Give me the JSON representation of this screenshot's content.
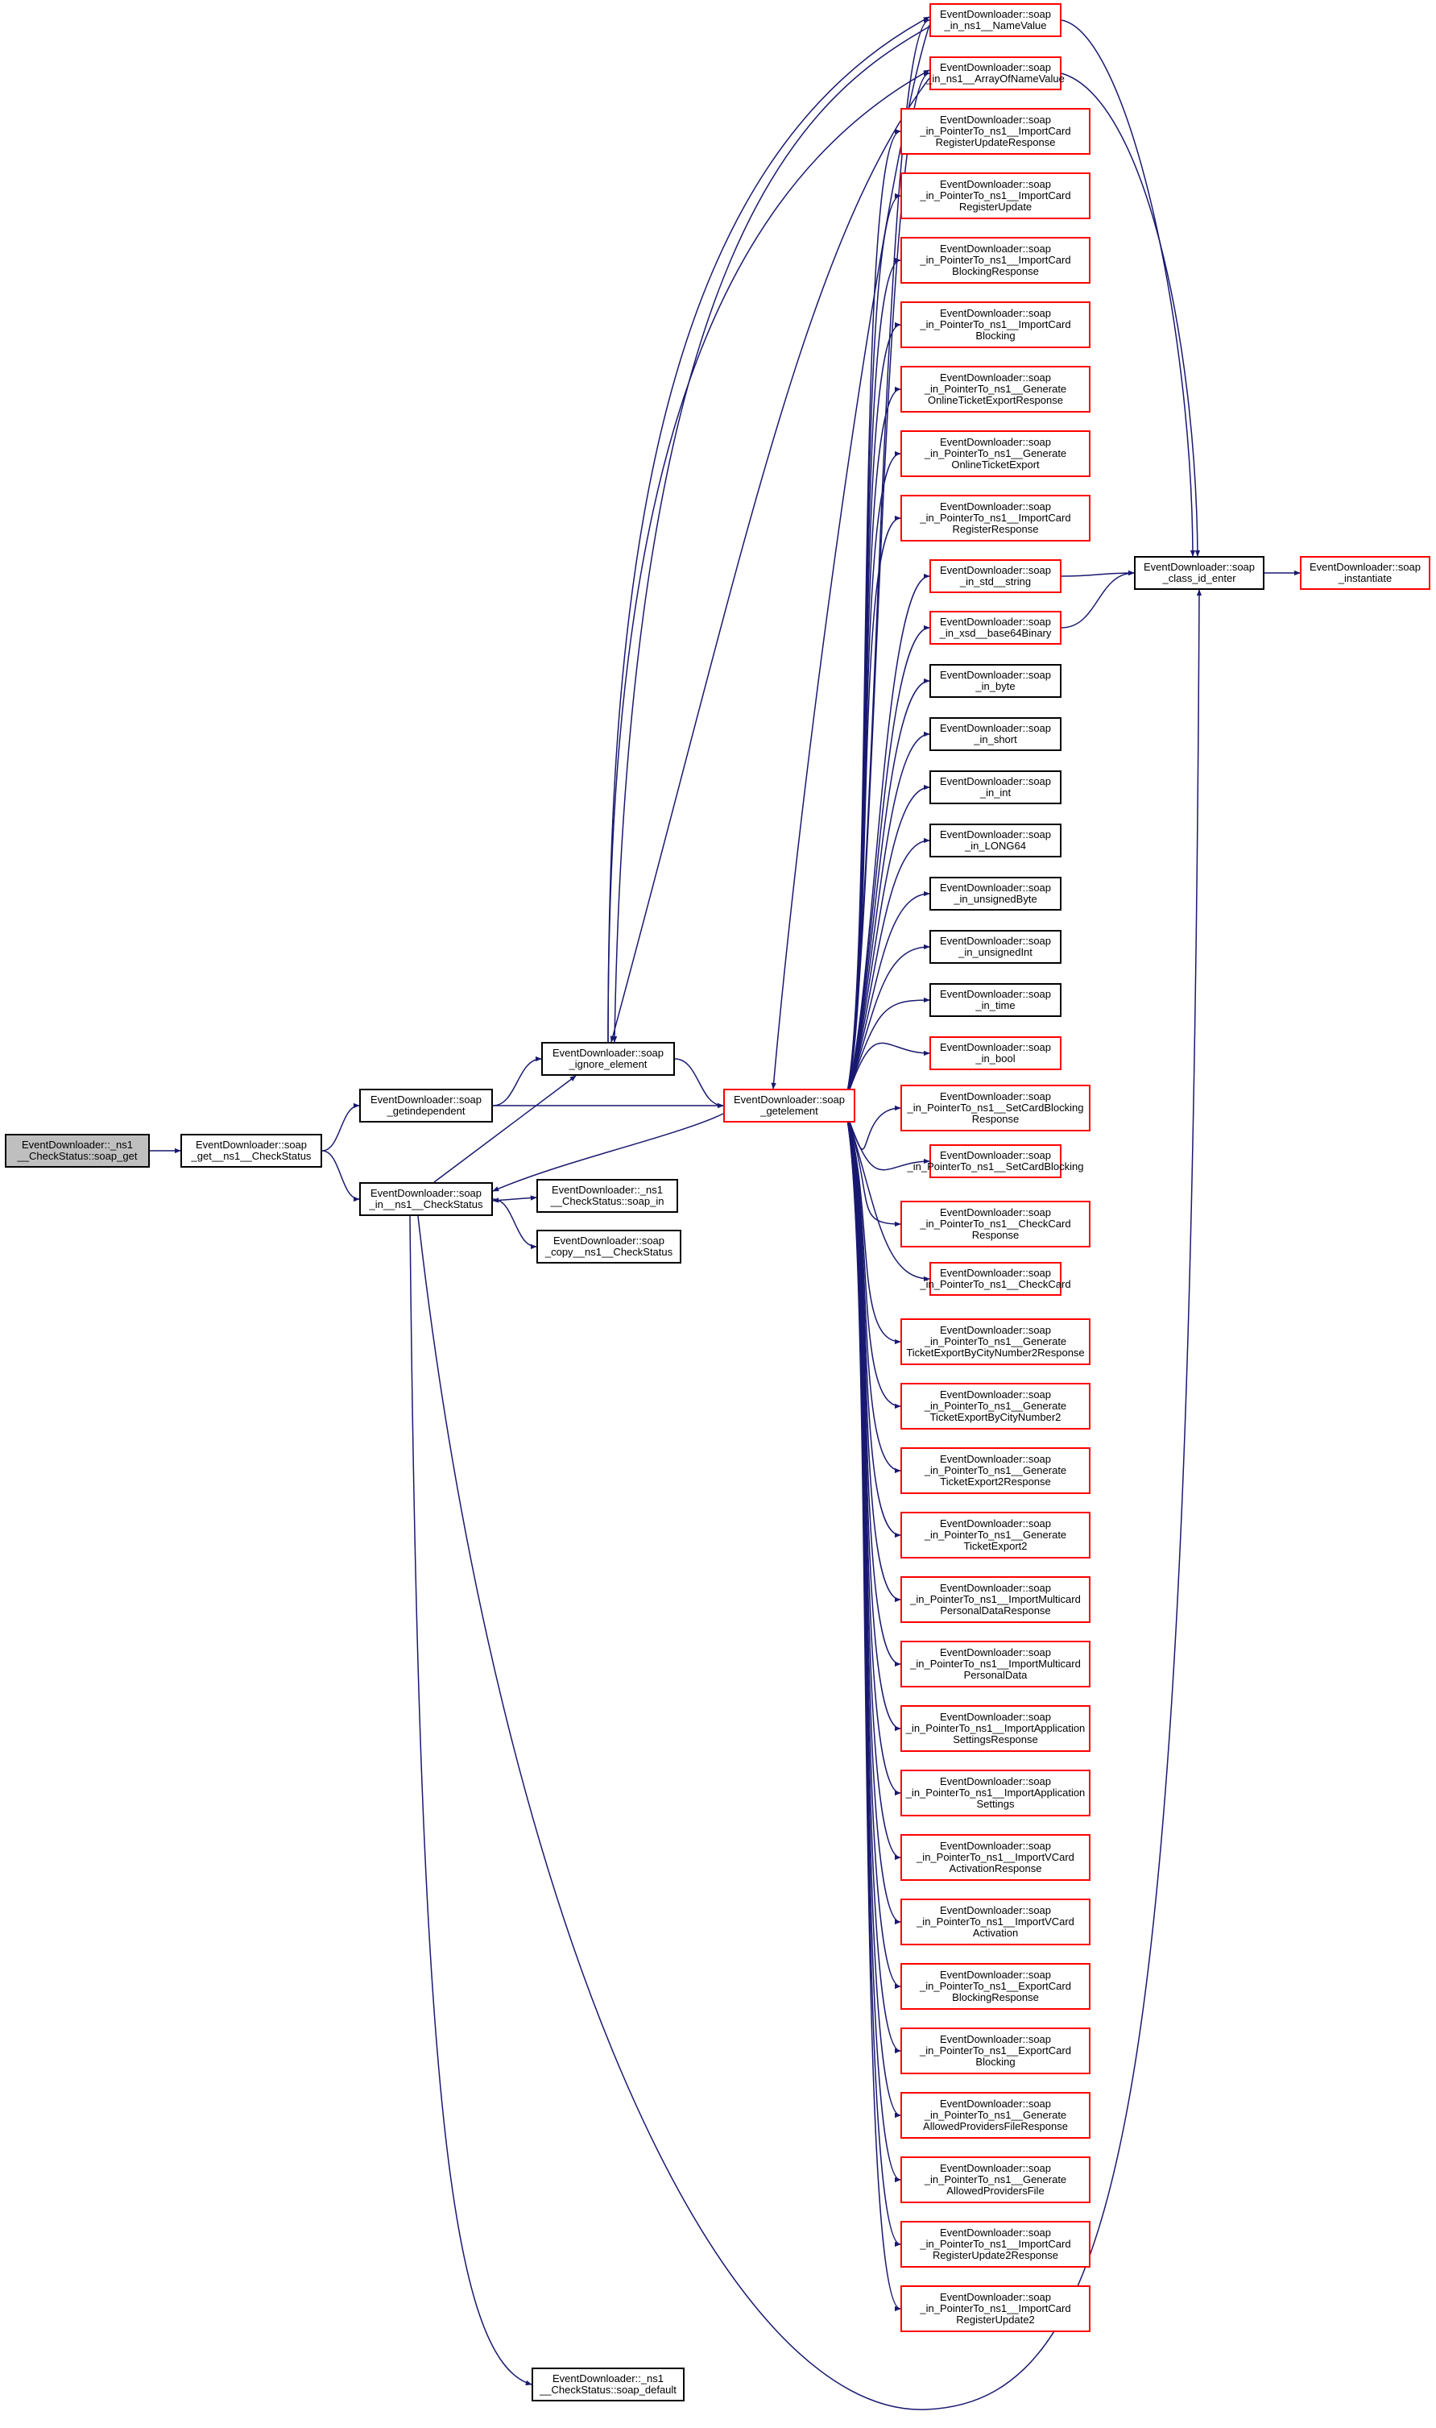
{
  "graph": {
    "edge_color": "#191970",
    "nodes": {
      "root": {
        "lines": [
          "EventDownloader::_ns1",
          "__CheckStatus::soap_get"
        ],
        "style": "root"
      },
      "get_ns1": {
        "lines": [
          "EventDownloader::soap",
          "_get__ns1__CheckStatus"
        ],
        "style": "black"
      },
      "getindependent": {
        "lines": [
          "EventDownloader::soap",
          "_getindependent"
        ],
        "style": "black"
      },
      "in_ns1": {
        "lines": [
          "EventDownloader::soap",
          "_in__ns1__CheckStatus"
        ],
        "style": "black"
      },
      "ignore": {
        "lines": [
          "EventDownloader::soap",
          "_ignore_element"
        ],
        "style": "black"
      },
      "soap_in": {
        "lines": [
          "EventDownloader::_ns1",
          "__CheckStatus::soap_in"
        ],
        "style": "black"
      },
      "copy": {
        "lines": [
          "EventDownloader::soap",
          "_copy__ns1__CheckStatus"
        ],
        "style": "black"
      },
      "soap_default": {
        "lines": [
          "EventDownloader::_ns1",
          "__CheckStatus::soap_default"
        ],
        "style": "black"
      },
      "getelement": {
        "lines": [
          "EventDownloader::soap",
          "_getelement"
        ],
        "style": "red"
      },
      "class_id": {
        "lines": [
          "EventDownloader::soap",
          "_class_id_enter"
        ],
        "style": "black"
      },
      "instantiate": {
        "lines": [
          "EventDownloader::soap",
          "_instantiate"
        ],
        "style": "red"
      },
      "t0": {
        "lines": [
          "EventDownloader::soap",
          "_in_ns1__NameValue"
        ],
        "style": "red"
      },
      "t1": {
        "lines": [
          "EventDownloader::soap",
          "_in_ns1__ArrayOfNameValue"
        ],
        "style": "red"
      },
      "t2": {
        "lines": [
          "EventDownloader::soap",
          "_in_PointerTo_ns1__ImportCard",
          "RegisterUpdateResponse"
        ],
        "style": "red"
      },
      "t3": {
        "lines": [
          "EventDownloader::soap",
          "_in_PointerTo_ns1__ImportCard",
          "RegisterUpdate"
        ],
        "style": "red"
      },
      "t4": {
        "lines": [
          "EventDownloader::soap",
          "_in_PointerTo_ns1__ImportCard",
          "BlockingResponse"
        ],
        "style": "red"
      },
      "t5": {
        "lines": [
          "EventDownloader::soap",
          "_in_PointerTo_ns1__ImportCard",
          "Blocking"
        ],
        "style": "red"
      },
      "t6": {
        "lines": [
          "EventDownloader::soap",
          "_in_PointerTo_ns1__Generate",
          "OnlineTicketExportResponse"
        ],
        "style": "red"
      },
      "t7": {
        "lines": [
          "EventDownloader::soap",
          "_in_PointerTo_ns1__Generate",
          "OnlineTicketExport"
        ],
        "style": "red"
      },
      "t8": {
        "lines": [
          "EventDownloader::soap",
          "_in_PointerTo_ns1__ImportCard",
          "RegisterResponse"
        ],
        "style": "red"
      },
      "t9": {
        "lines": [
          "EventDownloader::soap",
          "_in_std__string"
        ],
        "style": "red"
      },
      "t10": {
        "lines": [
          "EventDownloader::soap",
          "_in_xsd__base64Binary"
        ],
        "style": "red"
      },
      "t11": {
        "lines": [
          "EventDownloader::soap",
          "_in_byte"
        ],
        "style": "black"
      },
      "t12": {
        "lines": [
          "EventDownloader::soap",
          "_in_short"
        ],
        "style": "black"
      },
      "t13": {
        "lines": [
          "EventDownloader::soap",
          "_in_int"
        ],
        "style": "black"
      },
      "t14": {
        "lines": [
          "EventDownloader::soap",
          "_in_LONG64"
        ],
        "style": "black"
      },
      "t15": {
        "lines": [
          "EventDownloader::soap",
          "_in_unsignedByte"
        ],
        "style": "black"
      },
      "t16": {
        "lines": [
          "EventDownloader::soap",
          "_in_unsignedInt"
        ],
        "style": "black"
      },
      "t17": {
        "lines": [
          "EventDownloader::soap",
          "_in_time"
        ],
        "style": "black"
      },
      "t18": {
        "lines": [
          "EventDownloader::soap",
          "_in_bool"
        ],
        "style": "red"
      },
      "t19": {
        "lines": [
          "EventDownloader::soap",
          "_in_PointerTo_ns1__SetCardBlocking",
          "Response"
        ],
        "style": "red"
      },
      "t20": {
        "lines": [
          "EventDownloader::soap",
          "_in_PointerTo_ns1__SetCardBlocking"
        ],
        "style": "red"
      },
      "t21": {
        "lines": [
          "EventDownloader::soap",
          "_in_PointerTo_ns1__CheckCard",
          "Response"
        ],
        "style": "red"
      },
      "t22": {
        "lines": [
          "EventDownloader::soap",
          "_in_PointerTo_ns1__CheckCard"
        ],
        "style": "red"
      },
      "t23": {
        "lines": [
          "EventDownloader::soap",
          "_in_PointerTo_ns1__Generate",
          "TicketExportByCityNumber2Response"
        ],
        "style": "red"
      },
      "t24": {
        "lines": [
          "EventDownloader::soap",
          "_in_PointerTo_ns1__Generate",
          "TicketExportByCityNumber2"
        ],
        "style": "red"
      },
      "t25": {
        "lines": [
          "EventDownloader::soap",
          "_in_PointerTo_ns1__Generate",
          "TicketExport2Response"
        ],
        "style": "red"
      },
      "t26": {
        "lines": [
          "EventDownloader::soap",
          "_in_PointerTo_ns1__Generate",
          "TicketExport2"
        ],
        "style": "red"
      },
      "t27": {
        "lines": [
          "EventDownloader::soap",
          "_in_PointerTo_ns1__ImportMulticard",
          "PersonalDataResponse"
        ],
        "style": "red"
      },
      "t28": {
        "lines": [
          "EventDownloader::soap",
          "_in_PointerTo_ns1__ImportMulticard",
          "PersonalData"
        ],
        "style": "red"
      },
      "t29": {
        "lines": [
          "EventDownloader::soap",
          "_in_PointerTo_ns1__ImportApplication",
          "SettingsResponse"
        ],
        "style": "red"
      },
      "t30": {
        "lines": [
          "EventDownloader::soap",
          "_in_PointerTo_ns1__ImportApplication",
          "Settings"
        ],
        "style": "red"
      },
      "t31": {
        "lines": [
          "EventDownloader::soap",
          "_in_PointerTo_ns1__ImportVCard",
          "ActivationResponse"
        ],
        "style": "red"
      },
      "t32": {
        "lines": [
          "EventDownloader::soap",
          "_in_PointerTo_ns1__ImportVCard",
          "Activation"
        ],
        "style": "red"
      },
      "t33": {
        "lines": [
          "EventDownloader::soap",
          "_in_PointerTo_ns1__ExportCard",
          "BlockingResponse"
        ],
        "style": "red"
      },
      "t34": {
        "lines": [
          "EventDownloader::soap",
          "_in_PointerTo_ns1__ExportCard",
          "Blocking"
        ],
        "style": "red"
      },
      "t35": {
        "lines": [
          "EventDownloader::soap",
          "_in_PointerTo_ns1__Generate",
          "AllowedProvidersFileResponse"
        ],
        "style": "red"
      },
      "t36": {
        "lines": [
          "EventDownloader::soap",
          "_in_PointerTo_ns1__Generate",
          "AllowedProvidersFile"
        ],
        "style": "red"
      },
      "t37": {
        "lines": [
          "EventDownloader::soap",
          "_in_PointerTo_ns1__ImportCard",
          "RegisterUpdate2Response"
        ],
        "style": "red"
      },
      "t38": {
        "lines": [
          "EventDownloader::soap",
          "_in_PointerTo_ns1__ImportCard",
          "RegisterUpdate2"
        ],
        "style": "red"
      }
    }
  }
}
